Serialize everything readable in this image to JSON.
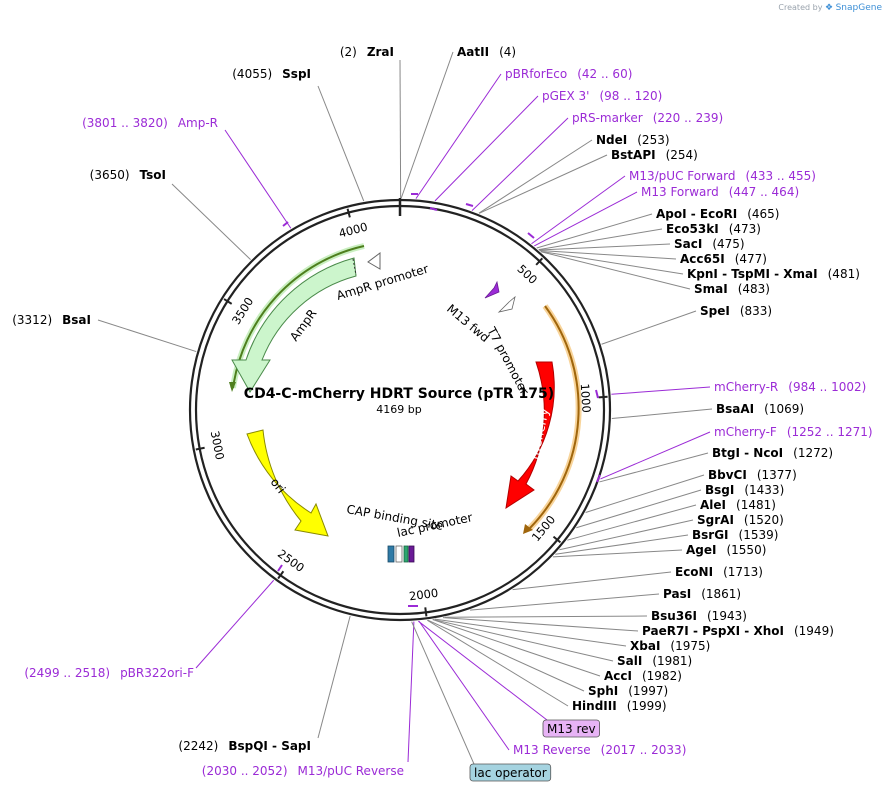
{
  "credit": {
    "created_by": "Created by",
    "brand": "SnapGene"
  },
  "map": {
    "title": "CD4-C-mCherry HDRT Source (pTR 175)",
    "length": "4169 bp"
  },
  "ticks": [
    {
      "label": "500",
      "pos": 500
    },
    {
      "label": "1000",
      "pos": 1000
    },
    {
      "label": "1500",
      "pos": 1500
    },
    {
      "label": "2000",
      "pos": 2000
    },
    {
      "label": "2500",
      "pos": 2500
    },
    {
      "label": "3000",
      "pos": 3000
    },
    {
      "label": "3500",
      "pos": 3500
    },
    {
      "label": "4000",
      "pos": 4000
    }
  ],
  "features": [
    {
      "name": "AmpR promoter",
      "color": "#ffffff",
      "start": 3924,
      "end": 4028,
      "direction": "reverse"
    },
    {
      "name": "AmpR",
      "color": "#ccf5cc",
      "start": 3063,
      "end": 3923,
      "direction": "reverse"
    },
    {
      "name": "M13 fwd",
      "color": "#9b2bd6",
      "start": 447,
      "end": 464,
      "direction": "forward"
    },
    {
      "name": "T7 promoter",
      "color": "#ffffff",
      "start": 468,
      "end": 486,
      "direction": "forward"
    },
    {
      "name": "mCherry",
      "color": "#ff0000",
      "start": 1030,
      "end": 1740,
      "direction": "forward"
    },
    {
      "name": "ori",
      "color": "#ffff00",
      "start": 2275,
      "end": 2863,
      "direction": "reverse"
    },
    {
      "name": "CAP binding site",
      "color": "#2e7aa6",
      "start": 2110,
      "end": 2131,
      "direction": "none"
    },
    {
      "name": "lac promoter",
      "color": "#ffffff",
      "start": 2067,
      "end": 2097,
      "direction": "reverse"
    }
  ],
  "labels_left": [
    {
      "pos": "(2)",
      "name": "ZraI",
      "type": "enzyme"
    },
    {
      "pos": "(4055)",
      "name": "SspI",
      "type": "enzyme"
    },
    {
      "pos": "(3801 .. 3820)",
      "name": "Amp-R",
      "type": "primer"
    },
    {
      "pos": "(3650)",
      "name": "TsoI",
      "type": "enzyme"
    },
    {
      "pos": "(3312)",
      "name": "BsaI",
      "type": "enzyme"
    },
    {
      "pos": "(2499 .. 2518)",
      "name": "pBR322ori-F",
      "type": "primer"
    },
    {
      "pos": "(2242)",
      "name": "BspQI - SapI",
      "type": "enzyme"
    },
    {
      "pos": "(2030 .. 2052)",
      "name": "M13/pUC Reverse",
      "type": "primer"
    }
  ],
  "labels_right": [
    {
      "name": "AatII",
      "pos": "(4)",
      "type": "enzyme"
    },
    {
      "name": "pBRforEco",
      "pos": "(42 .. 60)",
      "type": "primer"
    },
    {
      "name": "pGEX 3'",
      "pos": "(98 .. 120)",
      "type": "primer"
    },
    {
      "name": "pRS-marker",
      "pos": "(220 .. 239)",
      "type": "primer"
    },
    {
      "name": "NdeI",
      "pos": "(253)",
      "type": "enzyme"
    },
    {
      "name": "BstAPI",
      "pos": "(254)",
      "type": "enzyme"
    },
    {
      "name": "M13/pUC Forward",
      "pos": "(433 .. 455)",
      "type": "primer"
    },
    {
      "name": "M13 Forward",
      "pos": "(447 .. 464)",
      "type": "primer"
    },
    {
      "name": "ApoI - EcoRI",
      "pos": "(465)",
      "type": "enzyme"
    },
    {
      "name": "Eco53kI",
      "pos": "(473)",
      "type": "enzyme"
    },
    {
      "name": "SacI",
      "pos": "(475)",
      "type": "enzyme"
    },
    {
      "name": "Acc65I",
      "pos": "(477)",
      "type": "enzyme"
    },
    {
      "name": "KpnI - TspMI - XmaI",
      "pos": "(481)",
      "type": "enzyme"
    },
    {
      "name": "SmaI",
      "pos": "(483)",
      "type": "enzyme"
    },
    {
      "name": "SpeI",
      "pos": "(833)",
      "type": "enzyme"
    },
    {
      "name": "mCherry-R",
      "pos": "(984 .. 1002)",
      "type": "primer"
    },
    {
      "name": "BsaAI",
      "pos": "(1069)",
      "type": "enzyme"
    },
    {
      "name": "mCherry-F",
      "pos": "(1252 .. 1271)",
      "type": "primer"
    },
    {
      "name": "BtgI - NcoI",
      "pos": "(1272)",
      "type": "enzyme"
    },
    {
      "name": "BbvCI",
      "pos": "(1377)",
      "type": "enzyme"
    },
    {
      "name": "BsgI",
      "pos": "(1433)",
      "type": "enzyme"
    },
    {
      "name": "AleI",
      "pos": "(1481)",
      "type": "enzyme"
    },
    {
      "name": "SgrAI",
      "pos": "(1520)",
      "type": "enzyme"
    },
    {
      "name": "BsrGI",
      "pos": "(1539)",
      "type": "enzyme"
    },
    {
      "name": "AgeI",
      "pos": "(1550)",
      "type": "enzyme"
    },
    {
      "name": "EcoNI",
      "pos": "(1713)",
      "type": "enzyme"
    },
    {
      "name": "PasI",
      "pos": "(1861)",
      "type": "enzyme"
    },
    {
      "name": "Bsu36I",
      "pos": "(1943)",
      "type": "enzyme"
    },
    {
      "name": "PaeR7I - PspXI - XhoI",
      "pos": "(1949)",
      "type": "enzyme"
    },
    {
      "name": "XbaI",
      "pos": "(1975)",
      "type": "enzyme"
    },
    {
      "name": "SalI",
      "pos": "(1981)",
      "type": "enzyme"
    },
    {
      "name": "AccI",
      "pos": "(1982)",
      "type": "enzyme"
    },
    {
      "name": "SphI",
      "pos": "(1997)",
      "type": "enzyme"
    },
    {
      "name": "HindIII",
      "pos": "(1999)",
      "type": "enzyme"
    },
    {
      "name": "M13 Reverse",
      "pos": "(2017 .. 2033)",
      "type": "primer"
    }
  ],
  "boxed_labels": [
    {
      "name": "M13 rev",
      "color": "#e7b3f5"
    },
    {
      "name": "lac operator",
      "color": "#a5d3e0"
    }
  ]
}
